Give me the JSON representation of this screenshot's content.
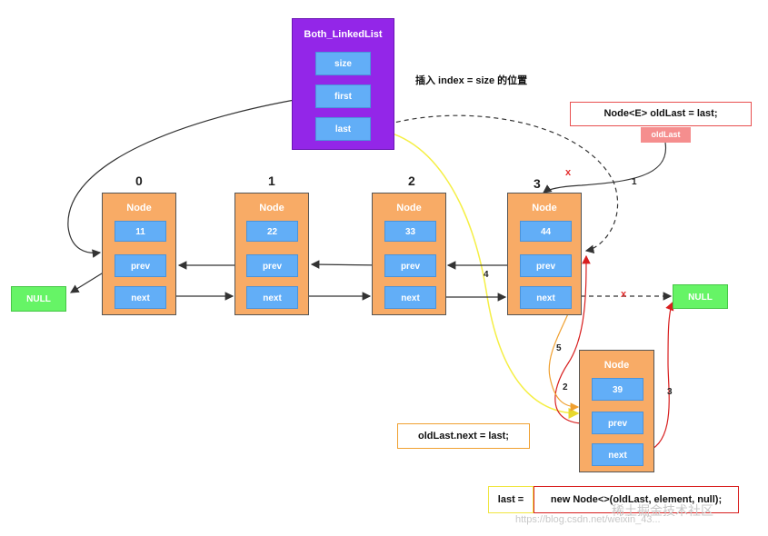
{
  "list": {
    "title": "Both_LinkedList",
    "fields": [
      "size",
      "first",
      "last"
    ]
  },
  "heading": "插入 index = size 的位置",
  "node_title": "Node",
  "prev_label": "prev",
  "next_label": "next",
  "nodes": [
    {
      "index": "0",
      "value": "11"
    },
    {
      "index": "1",
      "value": "22"
    },
    {
      "index": "2",
      "value": "33"
    },
    {
      "index": "3",
      "value": "44"
    }
  ],
  "new_node": {
    "value": "39"
  },
  "null_label": "NULL",
  "steps": [
    "1",
    "2",
    "3",
    "4",
    "5"
  ],
  "x_mark": "x",
  "oldlast_decl": {
    "code": "Node<E> oldLast = last;",
    "tag": "oldLast"
  },
  "oldlast_next_code": "oldLast.next = last;",
  "last_assign": {
    "lhs": "last =",
    "rhs": "new Node<>(oldLast, element, null);"
  },
  "watermark": {
    "main": "稀土掘金技术社区",
    "sub": "https://blog.csdn.net/weixin_43..."
  },
  "colors": {
    "purple": "#9326e8",
    "orange": "#f8ab66",
    "blue": "#62aef7",
    "green": "#66f466",
    "red": "#e43030",
    "yellow": "#f5ef45"
  }
}
